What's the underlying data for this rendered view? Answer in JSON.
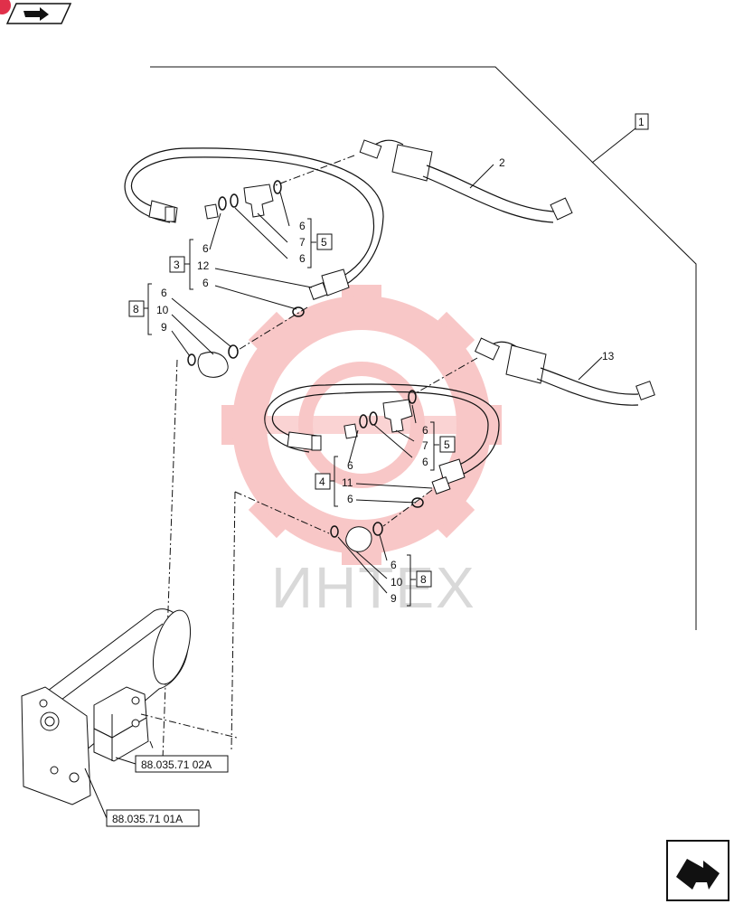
{
  "callouts": {
    "c1": "1",
    "c2": "2",
    "c13": "13",
    "c3": "3",
    "c4": "4",
    "c5a": "5",
    "c5b": "5",
    "c8a": "8",
    "c8b": "8",
    "t1": {
      "a": "6",
      "b": "7",
      "c": "6"
    },
    "g3": {
      "a": "6",
      "b": "12",
      "c": "6"
    },
    "g8a": {
      "a": "6",
      "b": "10",
      "c": "9"
    },
    "t2": {
      "a": "6",
      "b": "7",
      "c": "6"
    },
    "g4": {
      "a": "6",
      "b": "11",
      "c": "6"
    },
    "g8b": {
      "a": "6",
      "b": "10",
      "c": "9"
    }
  },
  "references": {
    "valve": "88.035.71 02A",
    "pump": "88.035.71 01A"
  },
  "watermark": "ИНТЕХ",
  "colors": {
    "watermark_gear": "#f6b5b5",
    "watermark_text": "#d9d9d9",
    "badge": "#e0304a"
  },
  "icons": {
    "top_left": "forward-arrow-icon",
    "bottom_right": "return-arrow-icon"
  }
}
